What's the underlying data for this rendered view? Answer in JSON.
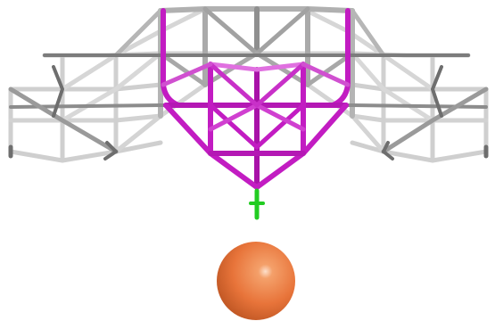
{
  "scene": {
    "background_color": "#ffffff",
    "colors": {
      "lattice_bond": "#b4b4b4",
      "lattice_bond_dark": "#6e6e6e",
      "highlight_bond": "#c21cc2",
      "highlight_bond_light": "#e070e0",
      "connector_bond": "#22cc22",
      "sphere": "#e8743a",
      "sphere_shadow": "#b54f1e"
    },
    "components": {
      "lattice": "gray-lattice-network",
      "highlight": "magenta-subnetwork",
      "connector": "green-connector-bond",
      "sphere": "orange-sphere"
    }
  }
}
